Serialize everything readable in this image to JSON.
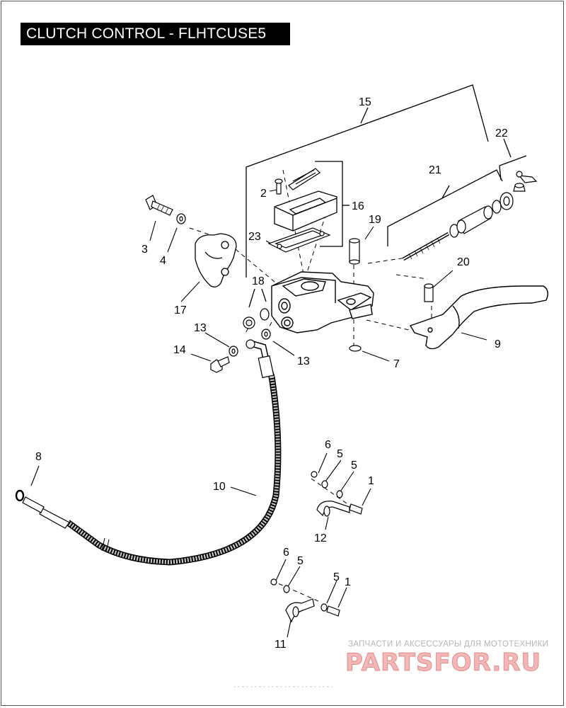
{
  "title": "CLUTCH CONTROL - FLHTCUSE5",
  "callouts": [
    {
      "id": "c15",
      "label": "15"
    },
    {
      "id": "c22",
      "label": "22"
    },
    {
      "id": "c21",
      "label": "21"
    },
    {
      "id": "c2",
      "label": "2"
    },
    {
      "id": "c16",
      "label": "16"
    },
    {
      "id": "c19",
      "label": "19"
    },
    {
      "id": "c23",
      "label": "23"
    },
    {
      "id": "c3",
      "label": "3"
    },
    {
      "id": "c4",
      "label": "4"
    },
    {
      "id": "c18",
      "label": "18"
    },
    {
      "id": "c20",
      "label": "20"
    },
    {
      "id": "c17",
      "label": "17"
    },
    {
      "id": "c13a",
      "label": "13"
    },
    {
      "id": "c14",
      "label": "14"
    },
    {
      "id": "c13b",
      "label": "13"
    },
    {
      "id": "c7",
      "label": "7"
    },
    {
      "id": "c9",
      "label": "9"
    },
    {
      "id": "c8",
      "label": "8"
    },
    {
      "id": "c10",
      "label": "10"
    },
    {
      "id": "c6a",
      "label": "6"
    },
    {
      "id": "c5a",
      "label": "5"
    },
    {
      "id": "c5b",
      "label": "5"
    },
    {
      "id": "c1a",
      "label": "1"
    },
    {
      "id": "c12",
      "label": "12"
    },
    {
      "id": "c6b",
      "label": "6"
    },
    {
      "id": "c5c",
      "label": "5"
    },
    {
      "id": "c5d",
      "label": "5"
    },
    {
      "id": "c1b",
      "label": "1"
    },
    {
      "id": "c11",
      "label": "11"
    }
  ],
  "watermark": {
    "caption": "ЗАПЧАСТИ И АКСЕССУАРЫ ДЛЯ МОТОТЕХНИКИ",
    "logo": "PARTSFOR.RU"
  }
}
